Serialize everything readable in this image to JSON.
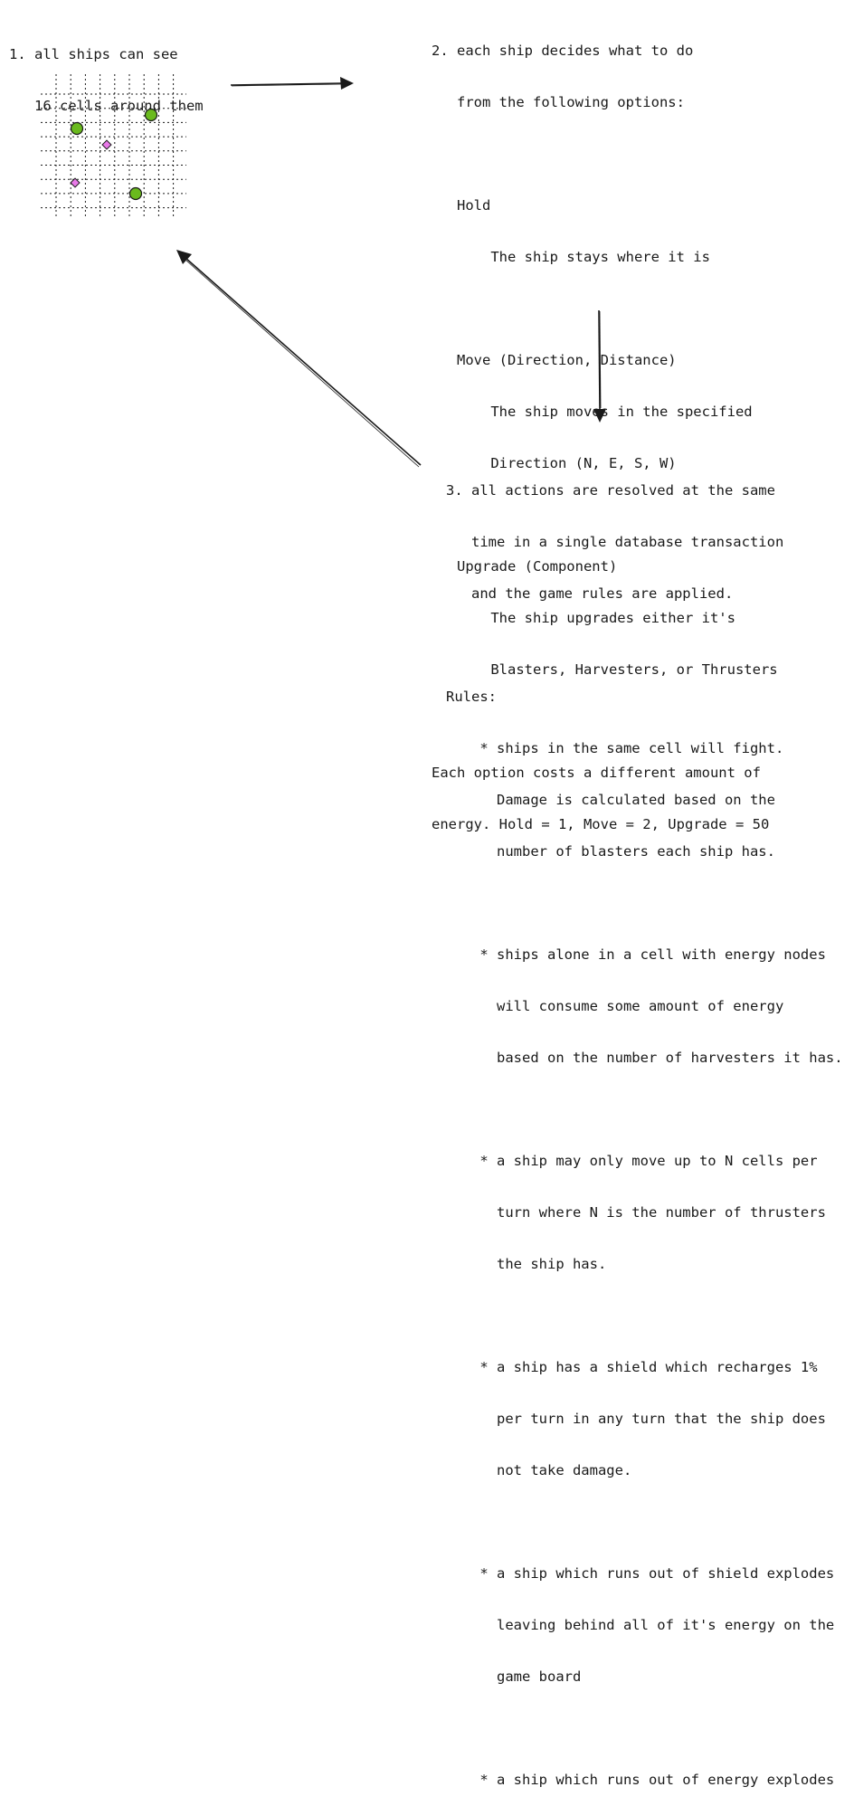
{
  "step1": {
    "lines": [
      "1. all ships can see",
      "   16 cells around them"
    ]
  },
  "step2": {
    "lines": [
      "2. each ship decides what to do",
      "   from the following options:",
      "",
      "   Hold",
      "       The ship stays where it is",
      "",
      "   Move (Direction, Distance)",
      "       The ship moves in the specified",
      "       Direction (N, E, S, W)",
      "",
      "   Upgrade (Component)",
      "       The ship upgrades either it's",
      "       Blasters, Harvesters, or Thrusters",
      "",
      "Each option costs a different amount of",
      "energy. Hold = 1, Move = 2, Upgrade = 50"
    ]
  },
  "step3": {
    "lines": [
      "3. all actions are resolved at the same",
      "   time in a single database transaction",
      "   and the game rules are applied.",
      "",
      "Rules:",
      "    * ships in the same cell will fight.",
      "      Damage is calculated based on the",
      "      number of blasters each ship has.",
      "",
      "    * ships alone in a cell with energy nodes",
      "      will consume some amount of energy",
      "      based on the number of harvesters it has.",
      "",
      "    * a ship may only move up to N cells per",
      "      turn where N is the number of thrusters",
      "      the ship has.",
      "",
      "    * a ship has a shield which recharges 1%",
      "      per turn in any turn that the ship does",
      "      not take damage.",
      "",
      "    * a ship which runs out of shield explodes",
      "      leaving behind all of it's energy on the",
      "      game board",
      "",
      "    * a ship which runs out of energy explodes"
    ]
  },
  "grid": {
    "ship_color": "#6aba1e",
    "energy_color": "#e87ae8",
    "line_color": "#1a1a1a"
  }
}
